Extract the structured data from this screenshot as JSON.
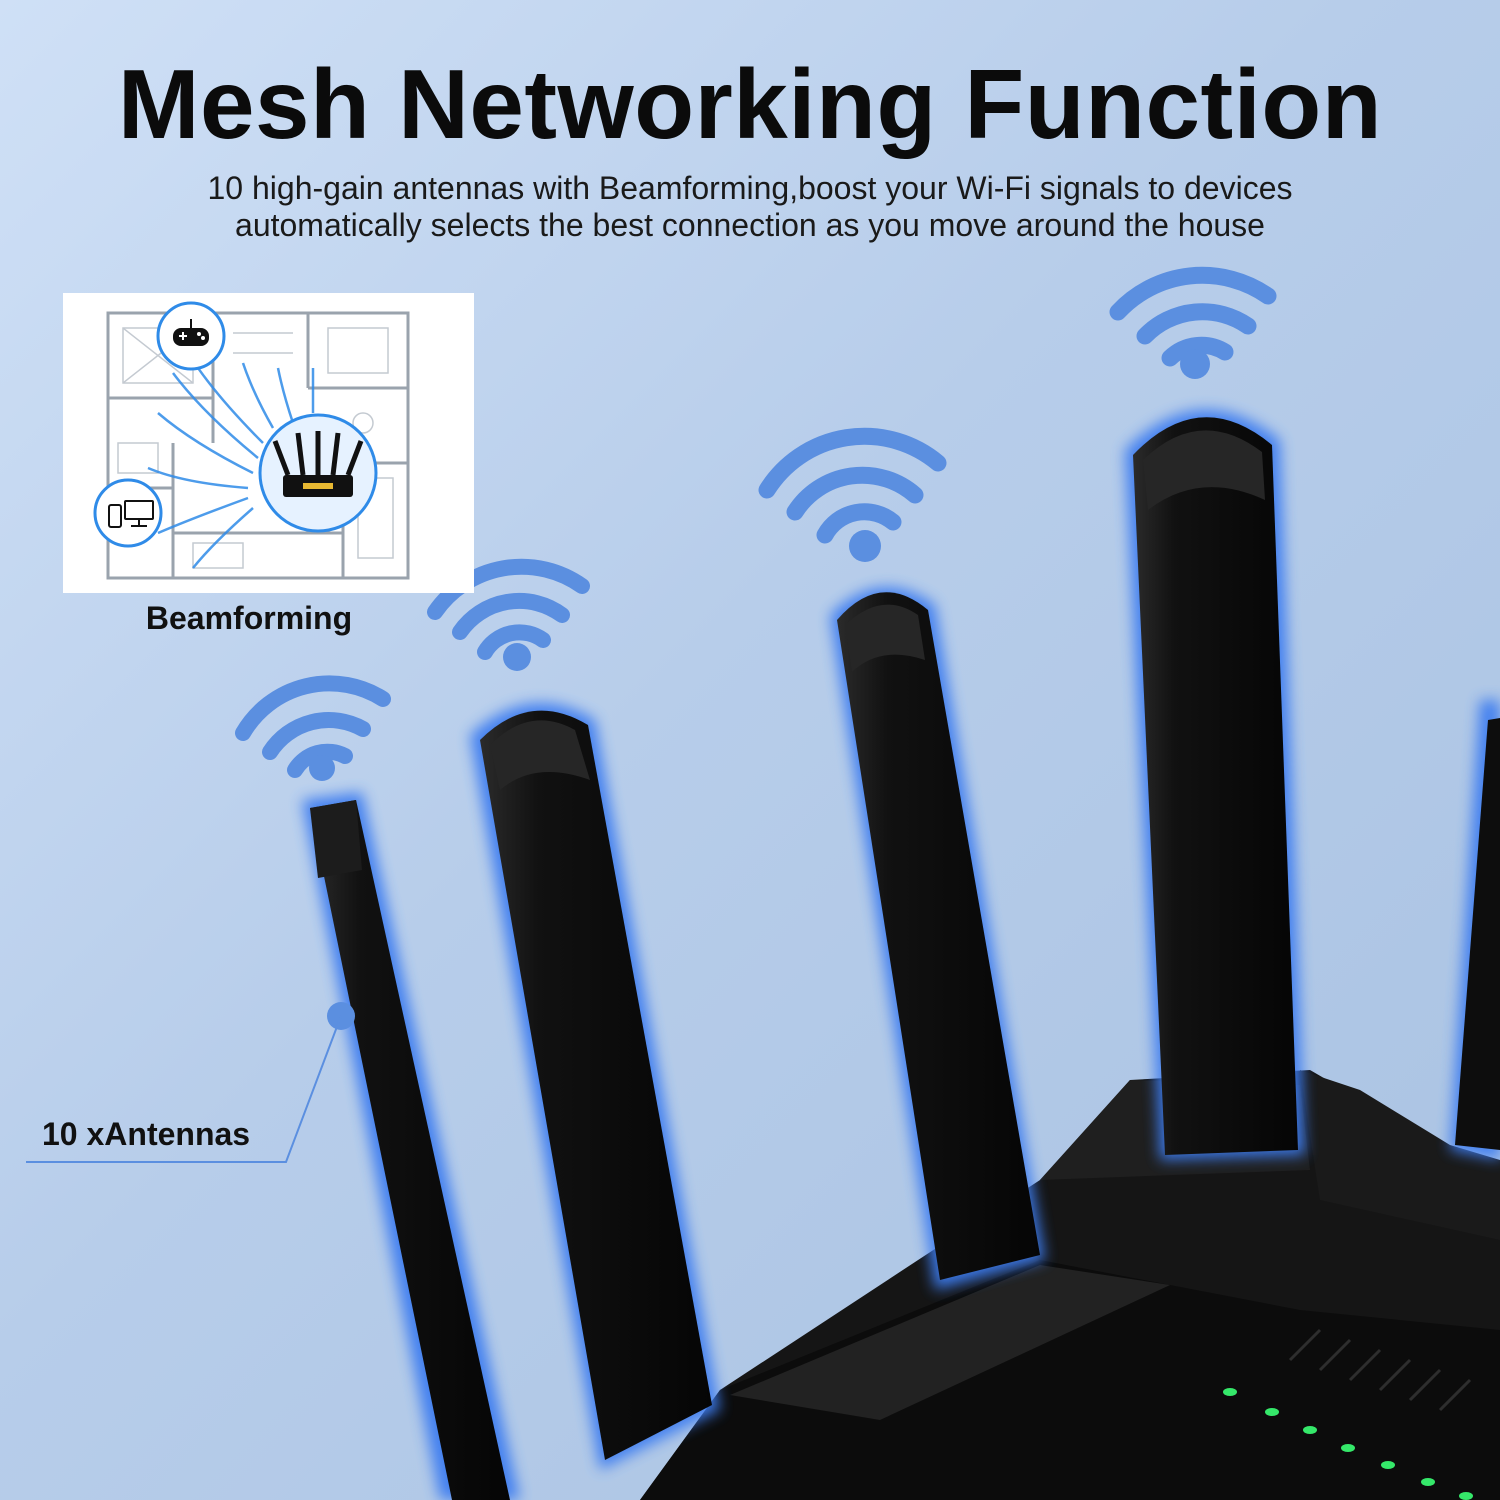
{
  "header": {
    "title": "Mesh Networking Function",
    "subtitle_line1": "10 high-gain antennas with Beamforming,boost your Wi-Fi signals to devices",
    "subtitle_line2": "automatically selects the best connection as you move around the house"
  },
  "inset": {
    "caption": "Beamforming",
    "icons": [
      "gamepad-icon",
      "devices-icon",
      "router-icon"
    ]
  },
  "callout": {
    "label": "10 xAntennas"
  },
  "colors": {
    "background": "#b7cdea",
    "wifi_blue": "#5b8fe0",
    "glow_blue": "#3d7df0",
    "antenna_black": "#0d0d0d",
    "led_green": "#35e86a"
  }
}
